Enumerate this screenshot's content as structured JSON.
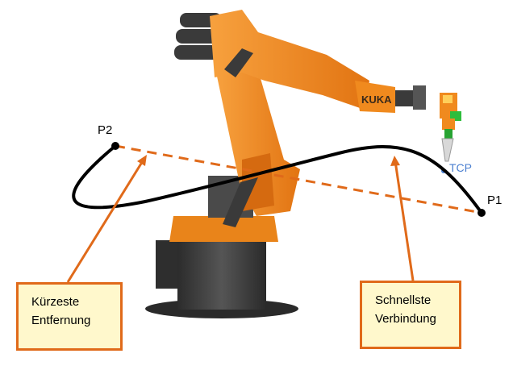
{
  "points": {
    "p1": "P1",
    "p2": "P2",
    "tcp": "TCP"
  },
  "robot": {
    "brand_text": "KUKA"
  },
  "callouts": {
    "shortest": {
      "line1": "Kürzeste",
      "line2": "Entfernung"
    },
    "fastest": {
      "line1": "Schnellste",
      "line2": "Verbindung"
    }
  },
  "colors": {
    "robot_orange": "#f08a1e",
    "robot_dark": "#3a3a3a",
    "path_black": "#000000",
    "dashed_line": "#e06a1a",
    "callout_fill": "#fff8cc",
    "callout_border": "#e06a1a",
    "tcp_blue": "#4a7fd0"
  }
}
